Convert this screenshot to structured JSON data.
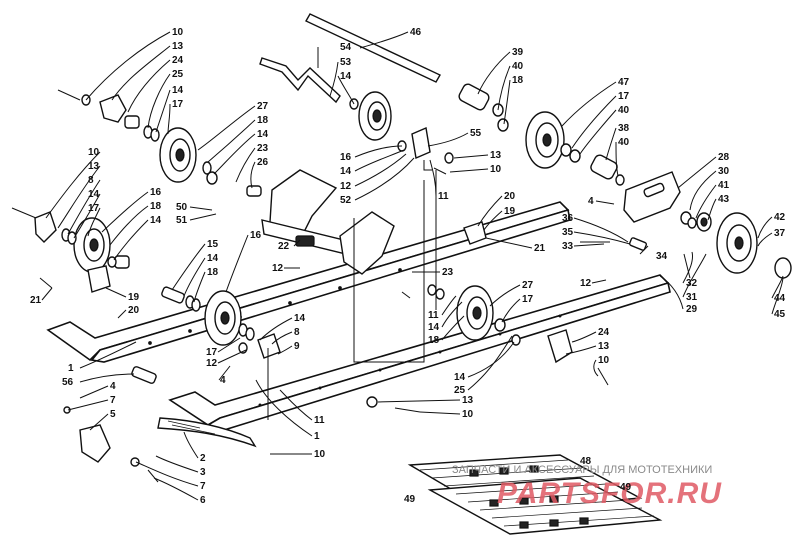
{
  "diagram": {
    "labels": {
      "c10": "10",
      "c13": "13",
      "c24": "24",
      "c25": "25",
      "c14": "14",
      "c17": "17",
      "d27": "27",
      "d18": "18",
      "d14": "14",
      "d23": "23",
      "d26": "26",
      "d50": "50",
      "d51": "51",
      "l10": "10",
      "l13": "13",
      "l8": "8",
      "l14": "14",
      "l17": "17",
      "m16": "16",
      "m18": "18",
      "m14": "14",
      "m15": "15",
      "m14b": "14",
      "m18b": "18",
      "p16": "16",
      "p12": "12",
      "p21": "21",
      "p19": "19",
      "p20": "20",
      "t54": "54",
      "t53": "53",
      "t14": "14",
      "t46": "46",
      "r39": "39",
      "r40": "40",
      "r18": "18",
      "r47": "47",
      "r17": "17",
      "r40b": "40",
      "r38": "38",
      "r40c": "40",
      "r55": "55",
      "r13": "13",
      "r10": "10",
      "s16": "16",
      "s14": "14",
      "s12": "12",
      "s52": "52",
      "s11": "11",
      "f20": "20",
      "f19": "19",
      "f21": "21",
      "f22": "22",
      "f23": "23",
      "x28": "28",
      "x30": "30",
      "x41": "41",
      "x43": "43",
      "x4": "4",
      "x36": "36",
      "x35": "35",
      "x33": "33",
      "x34": "34",
      "x12": "12",
      "x32": "32",
      "x31": "31",
      "x29": "29",
      "x42": "42",
      "x37": "37",
      "x44": "44",
      "x45": "45",
      "w27": "27",
      "w17": "17",
      "w11": "11",
      "w14": "14",
      "w18": "18",
      "g14": "14",
      "g8": "8",
      "g9": "9",
      "g12": "12",
      "g4": "4",
      "g17": "17",
      "g24": "24",
      "g13": "13",
      "g10": "10",
      "g14b": "14",
      "g25": "25",
      "b1": "1",
      "b56": "56",
      "b4": "4",
      "b7": "7",
      "b5": "5",
      "b11": "11",
      "b1b": "1",
      "b13": "13",
      "b10": "10",
      "b2": "2",
      "b3": "3",
      "b7b": "7",
      "b6": "6",
      "b10b": "10",
      "k48": "48",
      "k49": "49",
      "k49b": "49"
    },
    "watermark": {
      "tagline": "ЗАПЧАСТИ И АКСЕССУАРЫ ДЛЯ МОТОТЕХНИКИ",
      "logo": "PARTSFOR.RU"
    }
  }
}
